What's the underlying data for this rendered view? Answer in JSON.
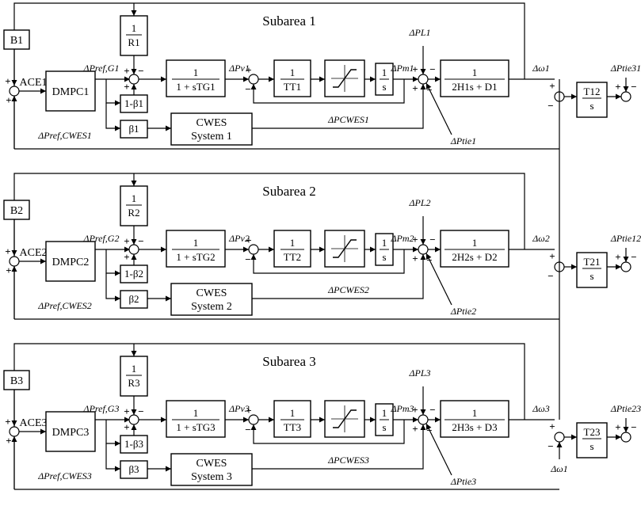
{
  "areas": [
    {
      "title": "Subarea 1",
      "bias": "B1",
      "ace": "ACE1",
      "dmpc": "DMPC1",
      "r_num": "1",
      "r_den": "R1",
      "gov_num": "1",
      "gov_den": "1 + sTG1",
      "turb_num": "1",
      "turb_den": "TT1",
      "int_num": "1",
      "int_den": "s",
      "load_num": "1",
      "load_den": "2H1s + D1",
      "alpha": "1-β1",
      "beta": "β1",
      "cwes_line1": "CWES",
      "cwes_line2": "System 1",
      "sig_pref_g": "ΔPref,G1",
      "sig_pref_cwes": "ΔPref,CWES1",
      "sig_pv": "ΔPv1",
      "sig_pm": "ΔPm1",
      "sig_pl": "ΔPL1",
      "sig_pcwes": "ΔPCWES1",
      "sig_ptie": "ΔPtie1",
      "sig_omega": "Δω1",
      "tie_num": "T12",
      "tie_den": "s",
      "sig_tie_out": "ΔPtie31",
      "sig_tie_in": ""
    },
    {
      "title": "Subarea 2",
      "bias": "B2",
      "ace": "ACE2",
      "dmpc": "DMPC2",
      "r_num": "1",
      "r_den": "R2",
      "gov_num": "1",
      "gov_den": "1 + sTG2",
      "turb_num": "1",
      "turb_den": "TT2",
      "int_num": "1",
      "int_den": "s",
      "load_num": "1",
      "load_den": "2H2s + D2",
      "alpha": "1-β2",
      "beta": "β2",
      "cwes_line1": "CWES",
      "cwes_line2": "System 2",
      "sig_pref_g": "ΔPref,G2",
      "sig_pref_cwes": "ΔPref,CWES2",
      "sig_pv": "ΔPv2",
      "sig_pm": "ΔPm2",
      "sig_pl": "ΔPL2",
      "sig_pcwes": "ΔPCWES2",
      "sig_ptie": "ΔPtie2",
      "sig_omega": "Δω2",
      "tie_num": "T21",
      "tie_den": "s",
      "sig_tie_out": "ΔPtie12",
      "sig_tie_in": ""
    },
    {
      "title": "Subarea 3",
      "bias": "B3",
      "ace": "ACE3",
      "dmpc": "DMPC3",
      "r_num": "1",
      "r_den": "R3",
      "gov_num": "1",
      "gov_den": "1 + sTG3",
      "turb_num": "1",
      "turb_den": "TT3",
      "int_num": "1",
      "int_den": "s",
      "load_num": "1",
      "load_den": "2H3s + D3",
      "alpha": "1-β3",
      "beta": "β3",
      "cwes_line1": "CWES",
      "cwes_line2": "System 3",
      "sig_pref_g": "ΔPref,G3",
      "sig_pref_cwes": "ΔPref,CWES3",
      "sig_pv": "ΔPv3",
      "sig_pm": "ΔPm3",
      "sig_pl": "ΔPL3",
      "sig_pcwes": "ΔPCWES3",
      "sig_ptie": "ΔPtie3",
      "sig_omega": "Δω3",
      "tie_num": "T23",
      "tie_den": "s",
      "sig_tie_out": "ΔPtie23",
      "sig_tie_in": "Δω1"
    }
  ]
}
